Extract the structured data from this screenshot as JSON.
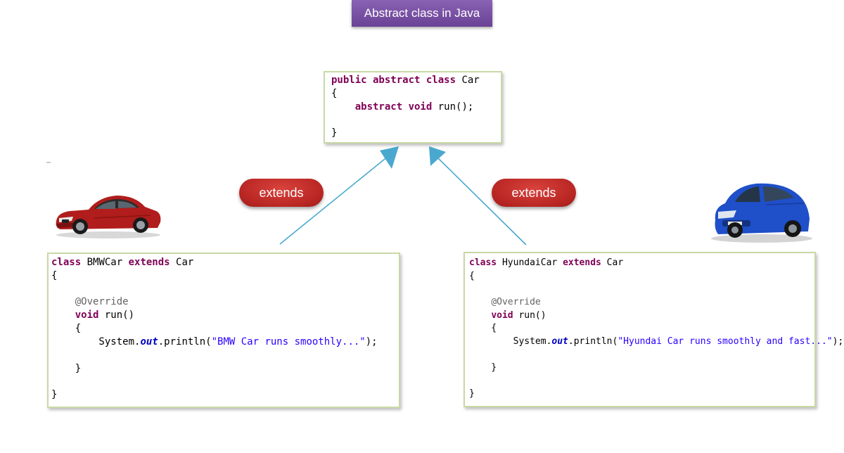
{
  "title": "Abstract class in Java",
  "relations": {
    "left_label": "extends",
    "right_label": "extends"
  },
  "colors": {
    "title_bg": "#7b52a6",
    "pill_bg": "#c0302c",
    "arrow": "#4aa8cf",
    "keyword": "#7f0055",
    "string": "#2a00ff",
    "annotation": "#646464",
    "box_border": "#c8d9a6"
  },
  "abstract_class": {
    "lines": [
      [
        {
          "t": "public abstract class",
          "s": "kw"
        },
        {
          "t": " Car"
        }
      ],
      [
        {
          "t": "{"
        }
      ],
      [
        {
          "t": "    "
        },
        {
          "t": "abstract void",
          "s": "kw"
        },
        {
          "t": " run();"
        }
      ],
      [
        {
          "t": ""
        }
      ],
      [
        {
          "t": "}"
        }
      ]
    ]
  },
  "bmw_class": {
    "image": "red-bmw-car",
    "lines": [
      [
        {
          "t": "class",
          "s": "kw"
        },
        {
          "t": " BMWCar "
        },
        {
          "t": "extends",
          "s": "kw"
        },
        {
          "t": " Car"
        }
      ],
      [
        {
          "t": "{"
        }
      ],
      [
        {
          "t": ""
        }
      ],
      [
        {
          "t": "    "
        },
        {
          "t": "@Override",
          "s": "anno"
        }
      ],
      [
        {
          "t": "    "
        },
        {
          "t": "void",
          "s": "kw"
        },
        {
          "t": " run()"
        }
      ],
      [
        {
          "t": "    {"
        }
      ],
      [
        {
          "t": "        System."
        },
        {
          "t": "out",
          "s": "field"
        },
        {
          "t": ".println("
        },
        {
          "t": "\"BMW Car runs smoothly...\"",
          "s": "str"
        },
        {
          "t": ");"
        }
      ],
      [
        {
          "t": ""
        }
      ],
      [
        {
          "t": "    }"
        }
      ],
      [
        {
          "t": ""
        }
      ],
      [
        {
          "t": "}"
        }
      ]
    ]
  },
  "hyundai_class": {
    "image": "blue-hyundai-eon-car",
    "lines": [
      [
        {
          "t": "class",
          "s": "kw"
        },
        {
          "t": " HyundaiCar "
        },
        {
          "t": "extends",
          "s": "kw"
        },
        {
          "t": " Car"
        }
      ],
      [
        {
          "t": "{"
        }
      ],
      [
        {
          "t": ""
        }
      ],
      [
        {
          "t": "    "
        },
        {
          "t": "@Override",
          "s": "anno"
        }
      ],
      [
        {
          "t": "    "
        },
        {
          "t": "void",
          "s": "kw"
        },
        {
          "t": " run()"
        }
      ],
      [
        {
          "t": "    {"
        }
      ],
      [
        {
          "t": "        System."
        },
        {
          "t": "out",
          "s": "field"
        },
        {
          "t": ".println("
        },
        {
          "t": "\"Hyundai Car runs smoothly and fast...\"",
          "s": "str"
        },
        {
          "t": ");"
        }
      ],
      [
        {
          "t": ""
        }
      ],
      [
        {
          "t": "    }"
        }
      ],
      [
        {
          "t": ""
        }
      ],
      [
        {
          "t": "}"
        }
      ]
    ]
  }
}
